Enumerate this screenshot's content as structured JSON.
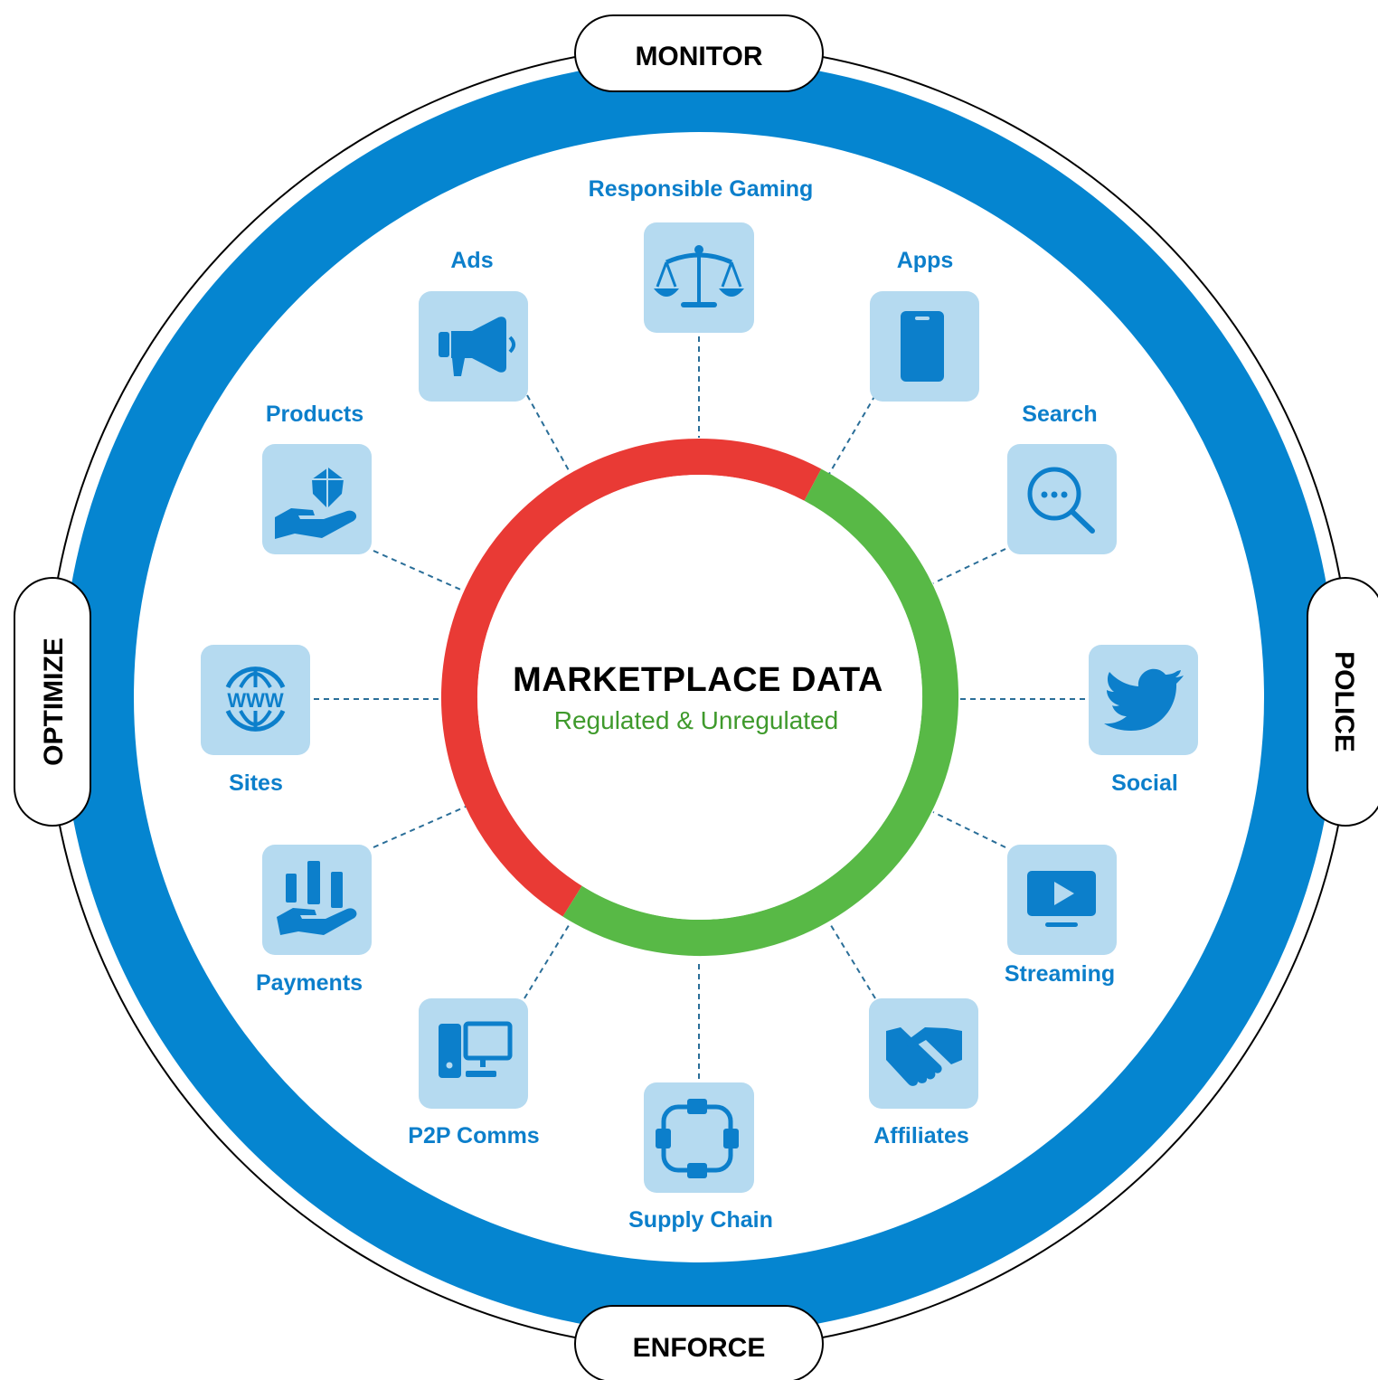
{
  "colors": {
    "ring_blue": "#0585d0",
    "icon_blue": "#0c7fcb",
    "tile_bg": "#b5daf0",
    "label_blue": "#0c7fcb",
    "center_red": "#e93a35",
    "center_green": "#58b946",
    "subtitle_green": "#3f9a2c"
  },
  "cycle": {
    "top": "MONITOR",
    "right": "POLICE",
    "bottom": "ENFORCE",
    "left": "OPTIMIZE"
  },
  "center": {
    "title": "MARKETPLACE DATA",
    "subtitle": "Regulated & Unregulated"
  },
  "nodes": [
    {
      "id": "responsible-gaming",
      "label": "Responsible Gaming",
      "icon": "scales-icon"
    },
    {
      "id": "apps",
      "label": "Apps",
      "icon": "smartphone-icon"
    },
    {
      "id": "search",
      "label": "Search",
      "icon": "search-icon"
    },
    {
      "id": "social",
      "label": "Social",
      "icon": "twitter-bird-icon"
    },
    {
      "id": "streaming",
      "label": "Streaming",
      "icon": "video-play-icon"
    },
    {
      "id": "affiliates",
      "label": "Affiliates",
      "icon": "handshake-icon"
    },
    {
      "id": "supply-chain",
      "label": "Supply Chain",
      "icon": "supply-chain-icon"
    },
    {
      "id": "p2p-comms",
      "label": "P2P Comms",
      "icon": "computer-icon"
    },
    {
      "id": "payments",
      "label": "Payments",
      "icon": "hand-chart-icon"
    },
    {
      "id": "sites",
      "label": "Sites",
      "icon": "www-globe-icon"
    },
    {
      "id": "products",
      "label": "Products",
      "icon": "hand-diamond-icon"
    },
    {
      "id": "ads",
      "label": "Ads",
      "icon": "megaphone-icon"
    }
  ]
}
